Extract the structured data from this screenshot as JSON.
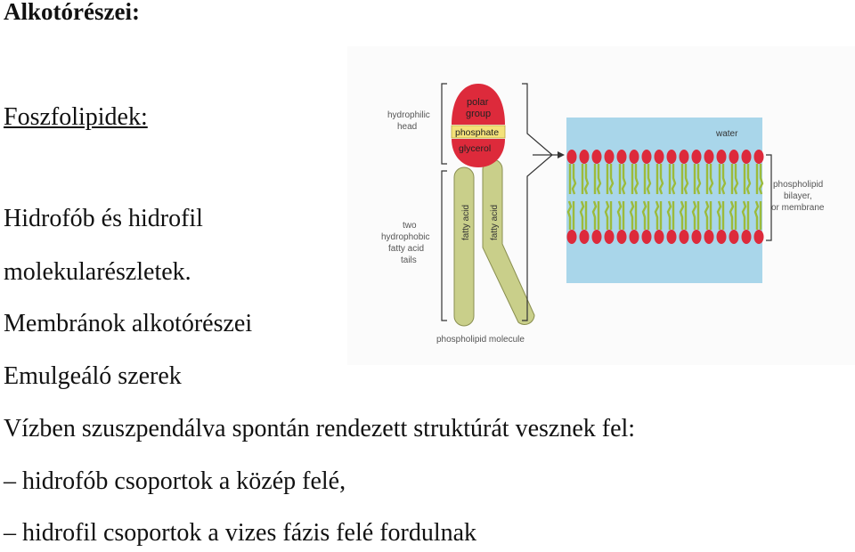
{
  "title": "Alkotórészei:",
  "subtitle": "Foszfolipidek:",
  "bullets": [
    "Hidrofób és hidrofil",
    "molekularészletek.",
    "Membránok alkotórészei",
    "Emulgeáló szerek"
  ],
  "description": "Vízben szuszpendálva spontán rendezett struktúrát vesznek fel:",
  "dash_items": [
    "– hidrofób csoportok a közép felé,",
    "– hidrofil csoportok a vizes fázis felé fordulnak"
  ],
  "figure": {
    "labels": {
      "hydrophilic_1": "hydrophilic",
      "hydrophilic_2": "head",
      "polar_1": "polar",
      "polar_2": "group",
      "phosphate": "phosphate",
      "glycerol": "glycerol",
      "fatty_acid_left": "fatty acid",
      "fatty_acid_right": "fatty acid",
      "tails_1": "two",
      "tails_2": "hydrophobic",
      "tails_3": "fatty acid",
      "tails_4": "tails",
      "molecule": "phospholipid molecule",
      "water": "water",
      "bilayer_1": "phospholipid",
      "bilayer_2": "bilayer,",
      "bilayer_3": "or membrane"
    },
    "colors": {
      "head": "#dd2a3b",
      "phosphate_band": "#f4e27a",
      "tail": "#c9cf8a",
      "tail_bilayer": "#9cbb3b",
      "water": "#a9d6ea",
      "text": "#555555"
    }
  }
}
